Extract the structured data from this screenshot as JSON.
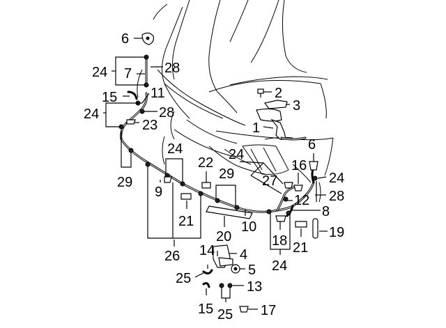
{
  "callouts": {
    "c1": "1",
    "c2": "2",
    "c3": "3",
    "c4": "4",
    "c5": "5",
    "c6a": "6",
    "c6b": "6",
    "c7": "7",
    "c8": "8",
    "c9": "9",
    "c10": "10",
    "c11": "11",
    "c12": "12",
    "c13": "13",
    "c14": "14",
    "c15a": "15",
    "c15b": "15",
    "c16": "16",
    "c17": "17",
    "c18": "18",
    "c19": "19",
    "c20": "20",
    "c21a": "21",
    "c21b": "21",
    "c22": "22",
    "c23": "23",
    "c24a": "24",
    "c24b": "24",
    "c24c": "24",
    "c24d": "24",
    "c24e": "24",
    "c24f": "24",
    "c25a": "25",
    "c25b": "25",
    "c26": "26",
    "c27": "27",
    "c28a": "28",
    "c28b": "28",
    "c28c": "28",
    "c29a": "29",
    "c29b": "29"
  }
}
